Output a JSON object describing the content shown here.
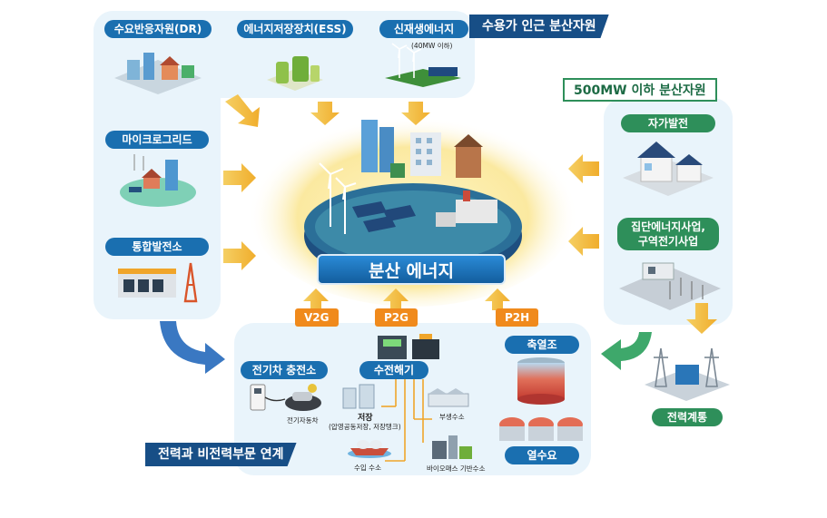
{
  "regions": {
    "near_demand": "수용가 인근 분산자원",
    "under_500mw": "500MW 이하 분산자원",
    "sector_coupling": "전력과 비전력부문 연계"
  },
  "left_resources": {
    "dr": "수요반응자원(DR)",
    "ess": "에너지저장장치(ESS)",
    "renewable": "신재생에너지",
    "renewable_note": "(40MW 이하)",
    "microgrid": "마이크로그리드",
    "vpp": "통합발전소"
  },
  "right_resources": {
    "self_gen": "자가발전",
    "group_energy_line1": "집단에너지사업,",
    "group_energy_line2": "구역전기사업"
  },
  "center": {
    "title": "분산 에너지"
  },
  "links": {
    "v2g": "V2G",
    "p2g": "P2G",
    "p2h": "P2H"
  },
  "bottom": {
    "ev_charging": "전기차 충전소",
    "ev": "전기자동차",
    "hydrogen": "수전해기",
    "storage": "저장",
    "storage_note": "(압영공동저장, 저장탱크)",
    "import_h2": "수입 수소",
    "byproduct_h2": "부생수소",
    "biomass_h2": "바이오매스 기반수소",
    "heat_storage": "축열조",
    "heat_demand": "열수요"
  },
  "grid": {
    "label": "전력계통"
  },
  "colors": {
    "panel": "#e9f4fb",
    "pill": "#1a6fb0",
    "arrow_gold": "#f0b93a",
    "arrow_blue": "#3a78c2",
    "arrow_green": "#3ea86b",
    "orange": "#f08a1c"
  }
}
